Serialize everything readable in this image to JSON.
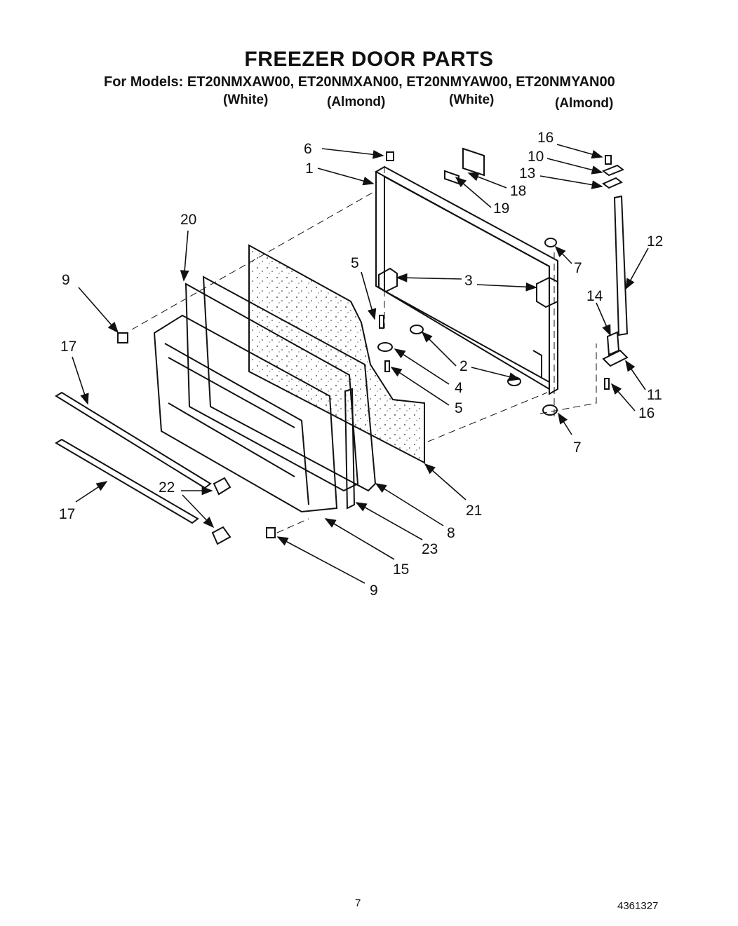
{
  "header": {
    "title": "FREEZER DOOR PARTS",
    "models_line": "For Models: ET20NMXAW00, ET20NMXAN00, ET20NMYAW00, ET20NMYAN00",
    "colors": [
      "(White)",
      "(Almond)",
      "(White)",
      "(Almond)"
    ]
  },
  "callouts": [
    "6",
    "1",
    "18",
    "19",
    "16",
    "10",
    "13",
    "12",
    "7",
    "3",
    "5",
    "2",
    "4",
    "5",
    "14",
    "11",
    "16",
    "7",
    "20",
    "9",
    "17",
    "22",
    "17",
    "21",
    "8",
    "23",
    "15",
    "9"
  ],
  "footer": {
    "page_number": "7",
    "document_number": "4361327"
  }
}
